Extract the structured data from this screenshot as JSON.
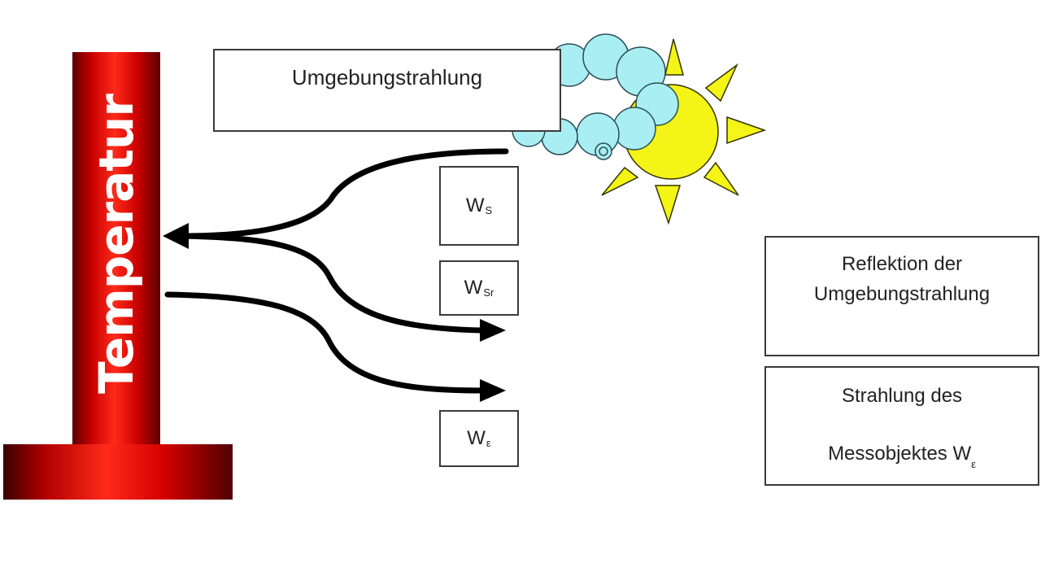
{
  "column_label": "Temperatur",
  "ambient_label": "Umgebungstrahlung",
  "symbols": {
    "ws": {
      "main": "W",
      "sub": "S"
    },
    "wsr": {
      "main": "W",
      "sub": "Sr"
    },
    "we": {
      "main": "W",
      "sub": "ε"
    }
  },
  "reflection_label": [
    "Reflektion der",
    "Umgebungstrahlung"
  ],
  "object_label": {
    "line1": "Strahlung des",
    "line2": "Messobjektes W",
    "sub": "ε"
  },
  "colors": {
    "column_red": "#e00000",
    "sun": "#f4f416",
    "cloud": "#a8eef2",
    "arrow": "#000000"
  },
  "icons": [
    "sun-icon",
    "cloud-icon",
    "arrow"
  ]
}
